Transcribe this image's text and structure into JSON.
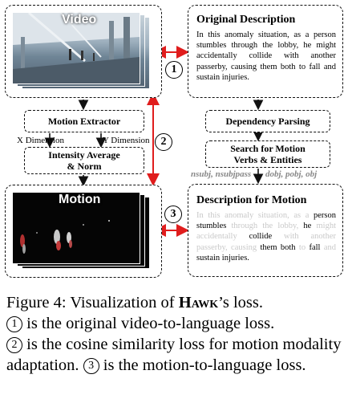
{
  "panels": {
    "video_title": "Video",
    "motion_title": "Motion"
  },
  "left": {
    "motion_extractor": "Motion Extractor",
    "x_dimension": "X Dimension",
    "y_dimension": "Y Dimension",
    "intensity_line1": "Intensity Average",
    "intensity_line2": "& Norm"
  },
  "right": {
    "original_heading": "Original Description",
    "original_text": "In this anomaly situation, as a person stumbles through the lobby, he might accidentally collide with another passerby, causing them both to fall and sustain injuries.",
    "dependency_parsing": "Dependency Parsing",
    "search_line1": "Search for Motion",
    "search_line2": "Verbs & Entities",
    "dependency_tags_left": "nsubj, nsubjpass",
    "dependency_tags_right": "dobj, pobj, obj",
    "motion_heading": "Description for Motion",
    "motion_text": [
      {
        "t": "In this anomaly situation, as a ",
        "k": "faint"
      },
      {
        "t": "person stumbles",
        "k": "dark"
      },
      {
        "t": " through the lobby, ",
        "k": "faint"
      },
      {
        "t": "he",
        "k": "dark"
      },
      {
        "t": " might accidentally ",
        "k": "faint"
      },
      {
        "t": "collide",
        "k": "dark"
      },
      {
        "t": " with another passerby, causing ",
        "k": "faint"
      },
      {
        "t": "them both",
        "k": "dark"
      },
      {
        "t": " to ",
        "k": "faint"
      },
      {
        "t": "fall",
        "k": "dark"
      },
      {
        "t": " and ",
        "k": "faint"
      },
      {
        "t": "sustain injuries.",
        "k": "dark"
      }
    ]
  },
  "markers": {
    "one": "1",
    "two": "2",
    "three": "3"
  },
  "colors": {
    "arrow_red": "#e01d1d",
    "arrow_black": "#111111"
  },
  "caption": {
    "prefix": "Figure 4: Visualization of ",
    "name": "Hawk",
    "suffix": "’s loss.",
    "c1": "1",
    "line1": " is the original video-to-language loss.",
    "c2": "2",
    "line2": " is the cosine similarity loss for motion modality adaptation.",
    "c3": "3",
    "line3": " is the motion-to-language loss."
  }
}
